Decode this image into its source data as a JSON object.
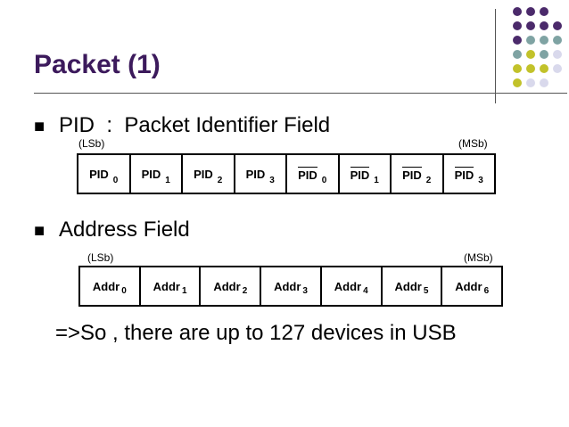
{
  "slide": {
    "title": "Packet (1)",
    "bullets": [
      {
        "text": "PID  :  Packet Identifier Field"
      },
      {
        "text": "Address Field"
      }
    ],
    "note": "=>So , there are up to 127 devices in USB"
  },
  "pid_register": {
    "lsb_label": "(LSb)",
    "msb_label": "(MSb)",
    "fields": [
      {
        "name": "PID",
        "sub": "0",
        "overline": false
      },
      {
        "name": "PID",
        "sub": "1",
        "overline": false
      },
      {
        "name": "PID",
        "sub": "2",
        "overline": false
      },
      {
        "name": "PID",
        "sub": "3",
        "overline": false
      },
      {
        "name": "PID",
        "sub": "0",
        "overline": true
      },
      {
        "name": "PID",
        "sub": "1",
        "overline": true
      },
      {
        "name": "PID",
        "sub": "2",
        "overline": true
      },
      {
        "name": "PID",
        "sub": "3",
        "overline": true
      }
    ]
  },
  "addr_register": {
    "lsb_label": "(LSb)",
    "msb_label": "(MSb)",
    "fields": [
      {
        "name": "Addr",
        "sub": "0"
      },
      {
        "name": "Addr",
        "sub": "1"
      },
      {
        "name": "Addr",
        "sub": "2"
      },
      {
        "name": "Addr",
        "sub": "3"
      },
      {
        "name": "Addr",
        "sub": "4"
      },
      {
        "name": "Addr",
        "sub": "5"
      },
      {
        "name": "Addr",
        "sub": "6"
      }
    ]
  },
  "theme": {
    "title_color": "#3c1a5c",
    "dot_colors": {
      "purple": "#4b2a6b",
      "teal": "#7fa3a3",
      "olive": "#c2c22a",
      "lavender": "#d9d9ec"
    }
  }
}
